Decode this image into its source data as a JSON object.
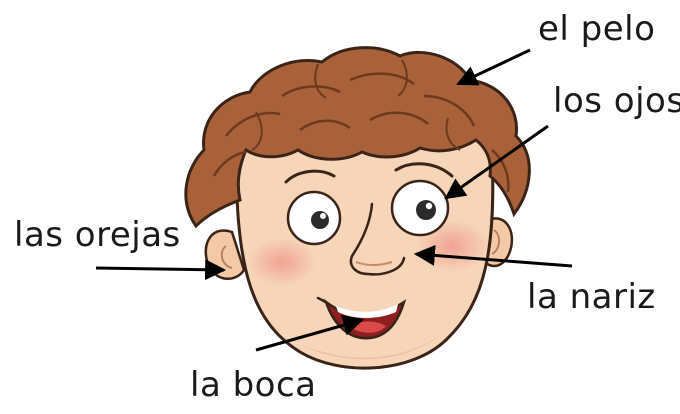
{
  "labels": {
    "pelo": "el pelo",
    "ojos": "los ojos",
    "orejas": "las orejas",
    "nariz": "la nariz",
    "boca": "la boca"
  },
  "colors": {
    "skin": "#f6d5b8",
    "skin_shadow": "#e9b593",
    "cheek": "#ef9a8c",
    "hair": "#a9613a",
    "hair_dark": "#6e3a1e",
    "outline": "#3a2418",
    "eye_white": "#ffffff",
    "iris": "#2b2b2b",
    "mouth": "#8e1f1f",
    "tongue": "#d94a48",
    "arrow": "#000000"
  }
}
